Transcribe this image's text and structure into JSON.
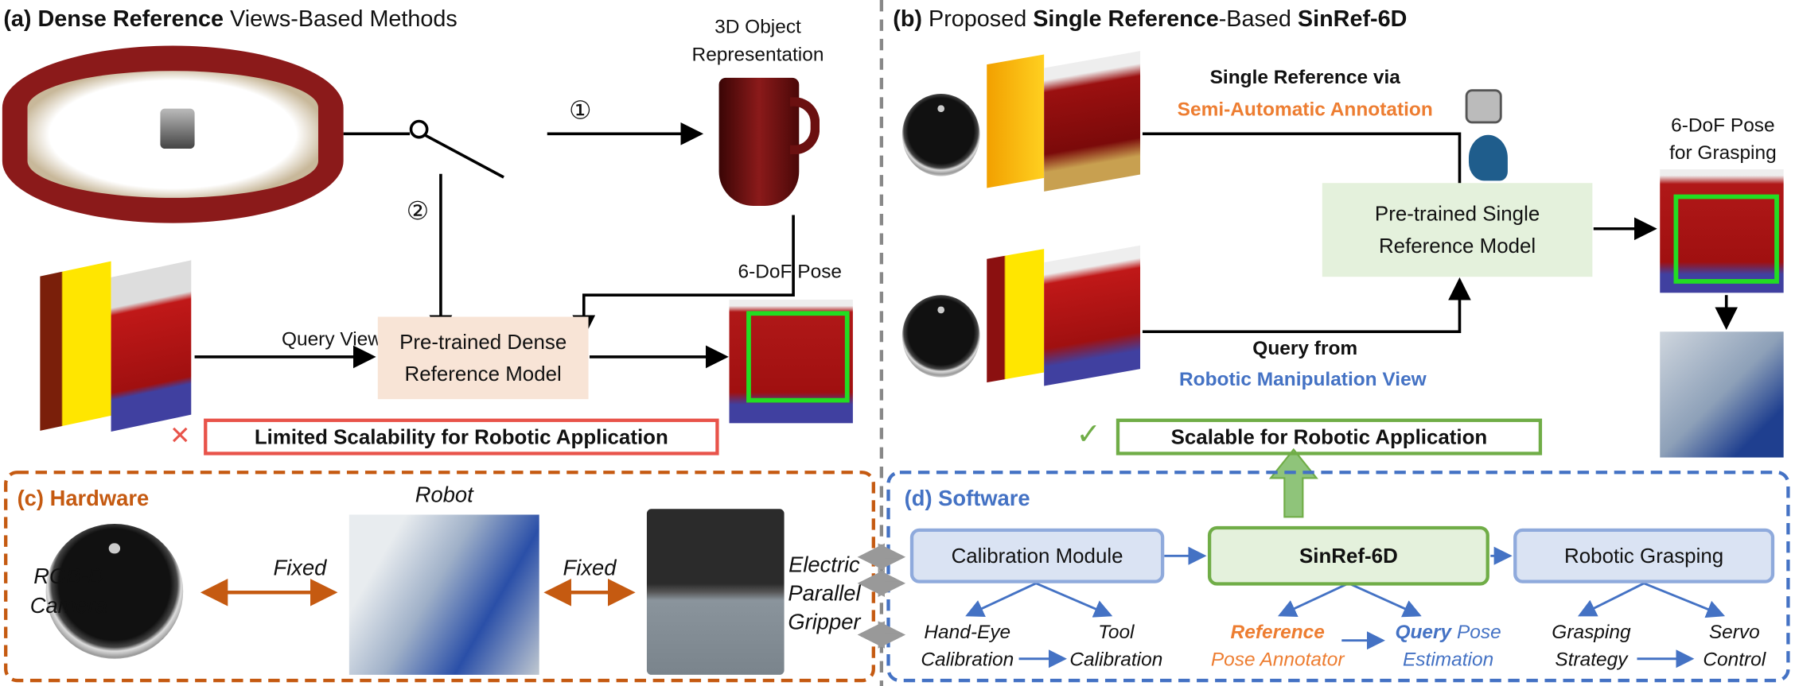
{
  "panel_a": {
    "label": "(a)",
    "title_bold": "Dense Reference",
    "title_rest": " Views-Based Methods",
    "object_rep_line1": "3D Object",
    "object_rep_line2": "Representation",
    "path_1": "①",
    "path_2": "②",
    "query_view": "Query View",
    "model_line1": "Pre-trained Dense",
    "model_line2": "Reference Model",
    "output": "6-DoF Pose",
    "cross_icon": "✕",
    "limitation": "Limited Scalability for Robotic Application"
  },
  "panel_b": {
    "label": "(b)",
    "title_pre": " Proposed ",
    "title_bold1": "Single Reference",
    "title_mid": "-Based ",
    "title_bold2": "SinRef-6D",
    "ref_bold": "Single Reference",
    "ref_rest": " via",
    "ref_sub": "Semi-Automatic Annotation",
    "model_line1": "Pre-trained Single",
    "model_line2": "Reference Model",
    "query_bold": "Query",
    "query_rest": " from",
    "query_sub": "Robotic Manipulation View",
    "output_line1": "6-DoF Pose",
    "output_line2": "for Grasping",
    "check_icon": "✓",
    "advantage": "Scalable for Robotic Application"
  },
  "panel_c": {
    "title": "(c) Hardware",
    "camera_line1": "RGB-D",
    "camera_line2": "Camera",
    "fixed_1": "Fixed",
    "robot": "Robot",
    "fixed_2": "Fixed",
    "gripper_line1": "Electric",
    "gripper_line2": "Parallel",
    "gripper_line3": "Gripper"
  },
  "panel_d": {
    "title": "(d) Software",
    "calibration": "Calibration Module",
    "core": "SinRef-6D",
    "grasping": "Robotic Grasping",
    "hand_eye_1": "Hand-Eye",
    "hand_eye_2": "Calibration",
    "tool_1": "Tool",
    "tool_2": "Calibration",
    "reference_bold": "Reference",
    "reference_2": "Pose Annotator",
    "query_bold": "Query",
    "query_rest": " Pose",
    "query_2": "Estimation",
    "strategy_1": "Grasping",
    "strategy_2": "Strategy",
    "servo_1": "Servo",
    "servo_2": "Control"
  },
  "colors": {
    "orange": "#ed7d31",
    "hardware_orange": "#c55a11",
    "blue": "#4472c4",
    "green": "#70ad47",
    "red": "#e8534a",
    "dense_box": "#f8e4d6",
    "single_box": "#e4f1dc",
    "module_box": "#dae3f3"
  }
}
